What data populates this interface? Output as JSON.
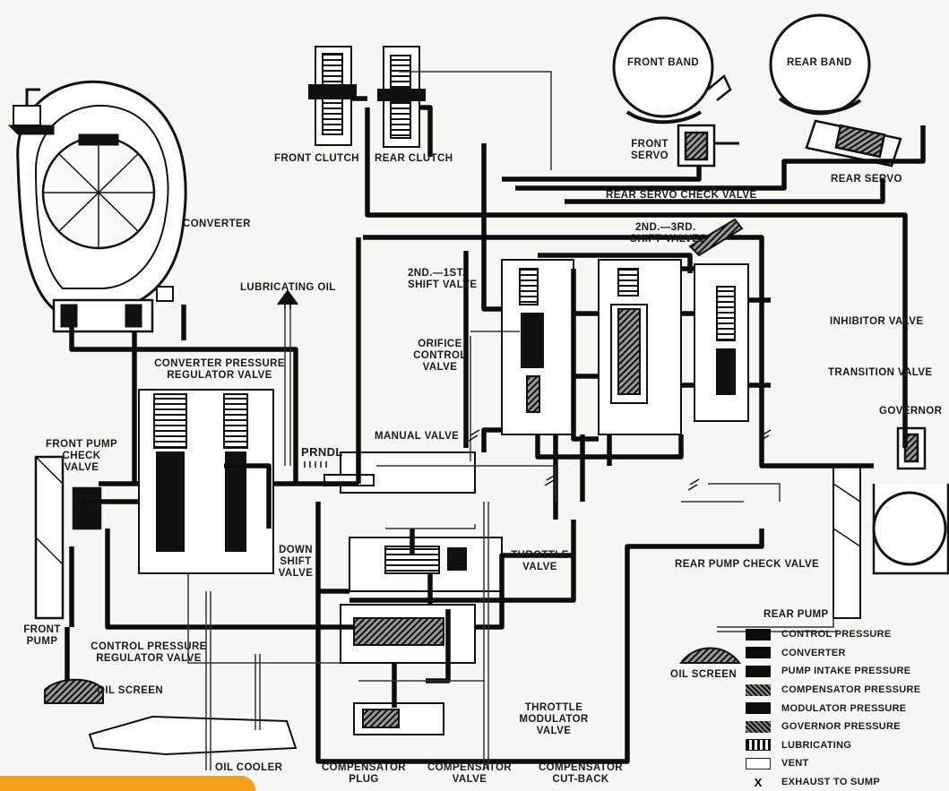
{
  "labels": {
    "front_clutch": "FRONT CLUTCH",
    "rear_clutch": "REAR CLUTCH",
    "front_band": "FRONT BAND",
    "rear_band": "REAR BAND",
    "front_servo_1": "FRONT",
    "front_servo_2": "SERVO",
    "rear_servo": "REAR SERVO",
    "rear_servo_check_valve": "REAR SERVO CHECK VALVE",
    "converter": "CONVERTER",
    "lubricating_oil": "LUBRICATING OIL",
    "shift_23_1": "2ND.—3RD.",
    "shift_23_2": "SHIFT VALVES",
    "shift_21_1": "2ND.—1ST.",
    "shift_21_2": "SHIFT VALVE",
    "orifice_1": "ORIFICE",
    "orifice_2": "CONTROL",
    "orifice_3": "VALVE",
    "inhibitor_valve": "INHIBITOR VALVE",
    "transition_valve": "TRANSITION VALVE",
    "governor": "GOVERNOR",
    "conv_press_1": "CONVERTER PRESSURE",
    "conv_press_2": "REGULATOR VALVE",
    "front_pump_check_1": "FRONT PUMP",
    "front_pump_check_2": "CHECK",
    "front_pump_check_3": "VALVE",
    "manual_valve": "MANUAL VALVE",
    "prndl": "PRNDL",
    "down_shift_1": "DOWN",
    "down_shift_2": "SHIFT",
    "down_shift_3": "VALVE",
    "throttle_valve_1": "THROTTLE",
    "throttle_valve_2": "VALVE",
    "rear_pump_check_valve": "REAR PUMP CHECK VALVE",
    "rear_pump": "REAR PUMP",
    "front_pump_1": "FRONT",
    "front_pump_2": "PUMP",
    "control_press_1": "CONTROL PRESSURE",
    "control_press_2": "REGULATOR VALVE",
    "oil_screen_left": "OIL SCREEN",
    "oil_screen_right": "OIL SCREEN",
    "throttle_mod_1": "THROTTLE",
    "throttle_mod_2": "MODULATOR",
    "throttle_mod_3": "VALVE",
    "oil_cooler": "OIL COOLER",
    "comp_plug_1": "COMPENSATOR",
    "comp_plug_2": "PLUG",
    "comp_valve_1": "COMPENSATOR",
    "comp_valve_2": "VALVE",
    "comp_cut_1": "COMPENSATOR",
    "comp_cut_2": "CUT-BACK"
  },
  "legend": [
    {
      "label": "CONTROL PRESSURE",
      "style": "solid"
    },
    {
      "label": "CONVERTER",
      "style": "solid"
    },
    {
      "label": "PUMP INTAKE PRESSURE",
      "style": "solid"
    },
    {
      "label": "COMPENSATOR PRESSURE",
      "style": "hatch"
    },
    {
      "label": "MODULATOR PRESSURE",
      "style": "solid"
    },
    {
      "label": "GOVERNOR PRESSURE",
      "style": "hatch"
    },
    {
      "label": "LUBRICATING",
      "style": "lub"
    },
    {
      "label": "VENT",
      "style": "vent"
    },
    {
      "label": "EXHAUST TO SUMP",
      "style": "x",
      "symbol": "X"
    }
  ],
  "colors": {
    "line": "#0c0c0c",
    "vent": "#ffffff",
    "background": "#f7f7f4",
    "accent": "#f5a11c"
  }
}
